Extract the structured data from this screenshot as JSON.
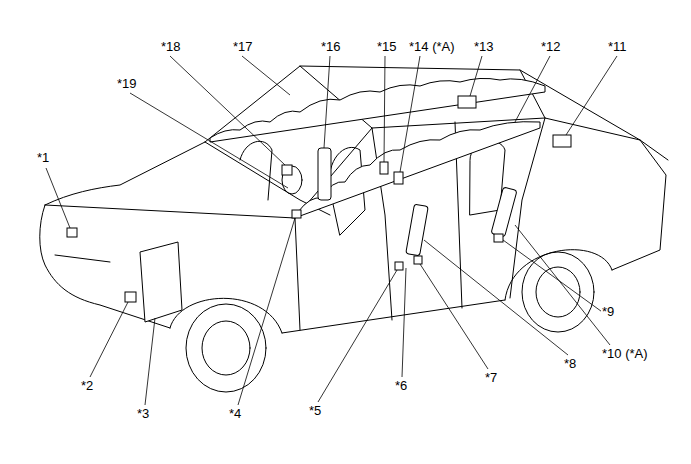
{
  "diagram": {
    "labels": [
      "*1",
      "*2",
      "*3",
      "*4",
      "*5",
      "*6",
      "*7",
      "*8",
      "*9",
      "*10 (*A)",
      "*11",
      "*12",
      "*13",
      "*14 (*A)",
      "*15",
      "*16",
      "*17",
      "*18",
      "*19"
    ]
  }
}
